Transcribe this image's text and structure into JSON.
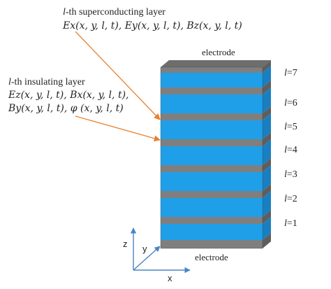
{
  "diagram": {
    "superconducting_label": {
      "prefix": "l",
      "text": "-th superconducting layer",
      "formula": "Ex(x, y, l, t), Ey(x, y, l, t), Bz(x, y, l, t)"
    },
    "insulating_label": {
      "prefix": "l",
      "text": "-th insulating layer",
      "formula_line1": "Ez(x, y, l, t), Bx(x, y, l, t),",
      "formula_line2": "By(x, y, l, t), φ (x, y, l, t)"
    },
    "electrode_top": "electrode",
    "electrode_bottom": "electrode",
    "layer_labels": [
      "l=7",
      "l=6",
      "l=5",
      "l=4",
      "l=3",
      "l=2",
      "l=1"
    ],
    "axes": {
      "z": "z",
      "y": "y",
      "x": "x"
    },
    "colors": {
      "superconductor_front": "#1f9fe8",
      "superconductor_side": "#1a7fc0",
      "insulator_front": "#7f7f7f",
      "insulator_side": "#5e5e5e",
      "top_face": "#6d6d6d",
      "arrow": "#e8802f",
      "axis": "#4a86c5"
    }
  }
}
